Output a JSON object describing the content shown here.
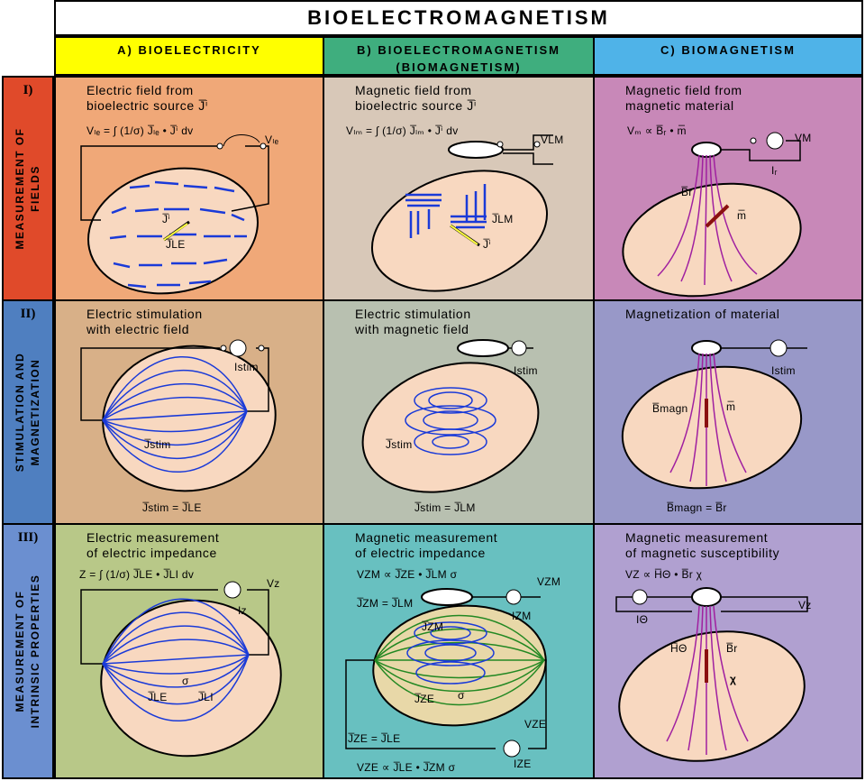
{
  "title": "BIOELECTROMAGNETISM",
  "columns": [
    {
      "label": "A) BIOELECTRICITY",
      "color": "#ffff00"
    },
    {
      "label": "B) BIOELECTROMAGNETISM",
      "sub": "(BIOMAGNETISM)",
      "color": "#3fae7e"
    },
    {
      "label": "C) BIOMAGNETISM",
      "color": "#4fb3e8"
    }
  ],
  "rows": [
    {
      "roman": "I)",
      "line1": "MEASUREMENT OF",
      "line2": "FIELDS",
      "color": "#e04a2a"
    },
    {
      "roman": "II)",
      "line1": "STIMULATION AND",
      "line2": "MAGNETIZATION",
      "color": "#4f7fc0"
    },
    {
      "roman": "III)",
      "line1": "MEASUREMENT OF",
      "line2": "INTRINSIC PROPERTIES",
      "color": "#6b8fd0"
    }
  ],
  "cells": {
    "a1": {
      "line1": "Electric field from",
      "line2": "bioelectric source J̅ⁱ",
      "formula": "Vₗₑ = ∫ (1/σ) J̅ₗₑ • J̅ⁱ dv",
      "v": "Vₗₑ",
      "ji": "J̅ⁱ",
      "jle": "J̅LE",
      "color": "#f0a878"
    },
    "b1": {
      "line1": "Magnetic field from",
      "line2": "bioelectric source J̅ⁱ",
      "formula": "Vₗₘ = ∫ (1/σ) J̅ₗₘ • J̅ⁱ dv",
      "v": "VLM",
      "ji": "J̅ⁱ",
      "jlm": "J̅LM",
      "color": "#d8c8b8"
    },
    "c1": {
      "line1": "Magnetic field from",
      "line2": "magnetic material",
      "formula": "Vₘ ∝ B̅ᵣ • m̅",
      "v": "VM",
      "ir": "Iᵣ",
      "br": "B̅r",
      "m": "m̅",
      "color": "#c888b8"
    },
    "a2": {
      "line1": "Electric stimulation",
      "line2": "with electric field",
      "istim": "Istim",
      "jstim": "J̅stim",
      "eq": "J̅stim = J̅LE",
      "color": "#d8b088"
    },
    "b2": {
      "line1": "Electric stimulation",
      "line2": "with magnetic field",
      "istim": "Istim",
      "jstim": "J̅stim",
      "eq": "J̅stim = J̅LM",
      "color": "#b8c0b0"
    },
    "c2": {
      "line1": "Magnetization of material",
      "line2": "",
      "istim": "Istim",
      "bmagn": "B̅magn",
      "m": "m̅",
      "eq": "B̅magn = B̅r",
      "color": "#9898c8"
    },
    "a3": {
      "line1": "Electric measurement",
      "line2": "of electric impedance",
      "formula": "Z = ∫ (1/σ) J̅LE • J̅LI dv",
      "vz": "Vz",
      "iz": "Iz",
      "sigma": "σ",
      "jle": "J̅LE",
      "jli": "J̅LI",
      "color": "#b8c888"
    },
    "b3": {
      "line1": "Magnetic measurement",
      "line2": "of electric impedance",
      "formula": "VZM ∝ J̅ZE • J̅LM σ",
      "eq1": "J̅ZM = J̅LM",
      "vzm": "VZM",
      "izm": "IZM",
      "jzm": "J̅ZM",
      "jze": "J̅ZE",
      "sigma": "σ",
      "eq2": "J̅ZE = J̅LE",
      "vze": "VZE",
      "ize": "IZE",
      "formula2": "VZE ∝ J̅LE • J̅ZM σ",
      "color": "#68c0c0"
    },
    "c3": {
      "line1": "Magnetic measurement",
      "line2": "of magnetic susceptibility",
      "formula": "VZ ∝ H̅Θ • B̅r χ",
      "vz": "Vz",
      "itheta": "IΘ",
      "htheta": "H̅Θ",
      "br": "B̅r",
      "chi": "χ",
      "color": "#b0a0d0"
    }
  }
}
